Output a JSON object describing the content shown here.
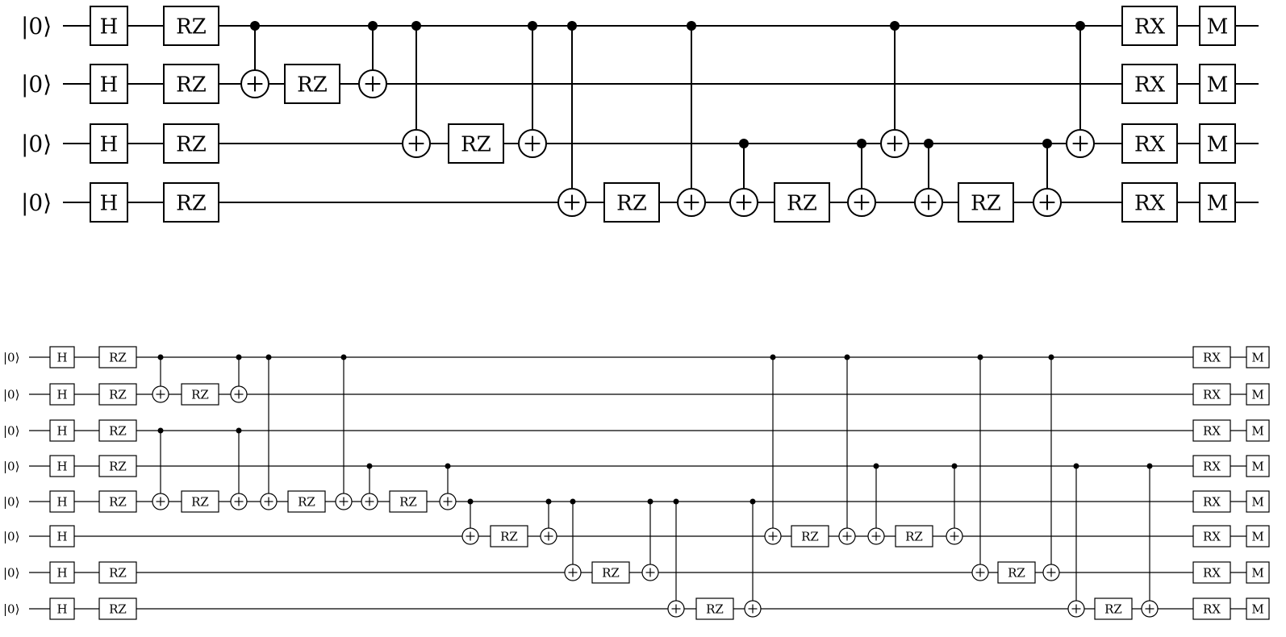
{
  "labels": {
    "ket": "|0⟩",
    "H": "H",
    "RZ": "RZ",
    "RX": "RX",
    "M": "M",
    "target": "+"
  },
  "circuits": [
    {
      "name": "circuit-4-qubit",
      "qubits": 4,
      "ops": [
        {
          "t": "H",
          "q": 0,
          "col": 0
        },
        {
          "t": "H",
          "q": 1,
          "col": 0
        },
        {
          "t": "H",
          "q": 2,
          "col": 0
        },
        {
          "t": "H",
          "q": 3,
          "col": 0
        },
        {
          "t": "RZ",
          "q": 0,
          "col": 1
        },
        {
          "t": "RZ",
          "q": 1,
          "col": 1
        },
        {
          "t": "RZ",
          "q": 2,
          "col": 1
        },
        {
          "t": "RZ",
          "q": 3,
          "col": 1
        },
        {
          "t": "CX",
          "c": 0,
          "x": 1,
          "col": 2
        },
        {
          "t": "RZ",
          "q": 1,
          "col": 3
        },
        {
          "t": "CX",
          "c": 0,
          "x": 1,
          "col": 4
        },
        {
          "t": "CX",
          "c": 0,
          "x": 2,
          "col": 5
        },
        {
          "t": "RZ",
          "q": 2,
          "col": 6
        },
        {
          "t": "CX",
          "c": 0,
          "x": 2,
          "col": 7
        },
        {
          "t": "CX",
          "c": 0,
          "x": 3,
          "col": 8
        },
        {
          "t": "RZ",
          "q": 3,
          "col": 9
        },
        {
          "t": "CX",
          "c": 0,
          "x": 3,
          "col": 10
        },
        {
          "t": "CX",
          "c": 2,
          "x": 3,
          "col": 11
        },
        {
          "t": "RZ",
          "q": 3,
          "col": 12
        },
        {
          "t": "CX",
          "c": 2,
          "x": 3,
          "col": 13
        },
        {
          "t": "CX",
          "c": 0,
          "x": 2,
          "col": 14
        },
        {
          "t": "CX",
          "c": 2,
          "x": 3,
          "col": 15
        },
        {
          "t": "RZ",
          "q": 3,
          "col": 16
        },
        {
          "t": "CX",
          "c": 2,
          "x": 3,
          "col": 17
        },
        {
          "t": "CX",
          "c": 0,
          "x": 2,
          "col": 18
        },
        {
          "t": "RX",
          "q": 0,
          "col": 19
        },
        {
          "t": "RX",
          "q": 1,
          "col": 19
        },
        {
          "t": "RX",
          "q": 2,
          "col": 19
        },
        {
          "t": "RX",
          "q": 3,
          "col": 19
        },
        {
          "t": "M",
          "q": 0,
          "col": 20
        },
        {
          "t": "M",
          "q": 1,
          "col": 20
        },
        {
          "t": "M",
          "q": 2,
          "col": 20
        },
        {
          "t": "M",
          "q": 3,
          "col": 20
        }
      ]
    },
    {
      "name": "circuit-8-qubit",
      "qubits": 8,
      "ops": [
        {
          "t": "H",
          "q": 0,
          "col": 0
        },
        {
          "t": "H",
          "q": 1,
          "col": 0
        },
        {
          "t": "H",
          "q": 2,
          "col": 0
        },
        {
          "t": "H",
          "q": 3,
          "col": 0
        },
        {
          "t": "H",
          "q": 4,
          "col": 0
        },
        {
          "t": "H",
          "q": 5,
          "col": 0
        },
        {
          "t": "H",
          "q": 6,
          "col": 0
        },
        {
          "t": "H",
          "q": 7,
          "col": 0
        },
        {
          "t": "RZ",
          "q": 0,
          "col": 1
        },
        {
          "t": "RZ",
          "q": 1,
          "col": 1
        },
        {
          "t": "RZ",
          "q": 2,
          "col": 1
        },
        {
          "t": "RZ",
          "q": 3,
          "col": 1
        },
        {
          "t": "RZ",
          "q": 4,
          "col": 1
        },
        {
          "t": "RZ",
          "q": 6,
          "col": 1
        },
        {
          "t": "RZ",
          "q": 7,
          "col": 1
        },
        {
          "t": "CX",
          "c": 0,
          "x": 1,
          "col": 2
        },
        {
          "t": "CX",
          "c": 2,
          "x": 4,
          "col": 2
        },
        {
          "t": "RZ",
          "q": 1,
          "col": 3
        },
        {
          "t": "RZ",
          "q": 4,
          "col": 3
        },
        {
          "t": "CX",
          "c": 0,
          "x": 1,
          "col": 4
        },
        {
          "t": "CX",
          "c": 2,
          "x": 4,
          "col": 4
        },
        {
          "t": "CX",
          "c": 0,
          "x": 4,
          "col": 5
        },
        {
          "t": "RZ",
          "q": 4,
          "col": 6
        },
        {
          "t": "CX",
          "c": 0,
          "x": 4,
          "col": 7
        },
        {
          "t": "CX",
          "c": 3,
          "x": 4,
          "col": 8
        },
        {
          "t": "RZ",
          "q": 4,
          "col": 9
        },
        {
          "t": "CX",
          "c": 3,
          "x": 4,
          "col": 10
        },
        {
          "t": "CX",
          "c": 4,
          "x": 5,
          "col": 11
        },
        {
          "t": "RZ",
          "q": 5,
          "col": 12
        },
        {
          "t": "CX",
          "c": 4,
          "x": 5,
          "col": 13
        },
        {
          "t": "CX",
          "c": 4,
          "x": 6,
          "col": 14
        },
        {
          "t": "RZ",
          "q": 6,
          "col": 15
        },
        {
          "t": "CX",
          "c": 4,
          "x": 6,
          "col": 16
        },
        {
          "t": "CX",
          "c": 4,
          "x": 7,
          "col": 17
        },
        {
          "t": "RZ",
          "q": 7,
          "col": 18
        },
        {
          "t": "CX",
          "c": 4,
          "x": 7,
          "col": 19
        },
        {
          "t": "CX",
          "c": 0,
          "x": 5,
          "col": 20
        },
        {
          "t": "RZ",
          "q": 5,
          "col": 21
        },
        {
          "t": "CX",
          "c": 0,
          "x": 5,
          "col": 22
        },
        {
          "t": "CX",
          "c": 3,
          "x": 5,
          "col": 23
        },
        {
          "t": "RZ",
          "q": 5,
          "col": 24
        },
        {
          "t": "CX",
          "c": 3,
          "x": 5,
          "col": 25
        },
        {
          "t": "CX",
          "c": 0,
          "x": 6,
          "col": 26
        },
        {
          "t": "RZ",
          "q": 6,
          "col": 27
        },
        {
          "t": "CX",
          "c": 0,
          "x": 6,
          "col": 28
        },
        {
          "t": "CX",
          "c": 3,
          "x": 7,
          "col": 29
        },
        {
          "t": "RZ",
          "q": 7,
          "col": 30
        },
        {
          "t": "CX",
          "c": 3,
          "x": 7,
          "col": 31
        },
        {
          "t": "RX",
          "q": 0,
          "col": 32
        },
        {
          "t": "RX",
          "q": 1,
          "col": 32
        },
        {
          "t": "RX",
          "q": 2,
          "col": 32
        },
        {
          "t": "RX",
          "q": 3,
          "col": 32
        },
        {
          "t": "RX",
          "q": 4,
          "col": 32
        },
        {
          "t": "RX",
          "q": 5,
          "col": 32
        },
        {
          "t": "RX",
          "q": 6,
          "col": 32
        },
        {
          "t": "RX",
          "q": 7,
          "col": 32
        },
        {
          "t": "M",
          "q": 0,
          "col": 33
        },
        {
          "t": "M",
          "q": 1,
          "col": 33
        },
        {
          "t": "M",
          "q": 2,
          "col": 33
        },
        {
          "t": "M",
          "q": 3,
          "col": 33
        },
        {
          "t": "M",
          "q": 4,
          "col": 33
        },
        {
          "t": "M",
          "q": 5,
          "col": 33
        },
        {
          "t": "M",
          "q": 6,
          "col": 33
        },
        {
          "t": "M",
          "q": 7,
          "col": 33
        }
      ]
    }
  ]
}
